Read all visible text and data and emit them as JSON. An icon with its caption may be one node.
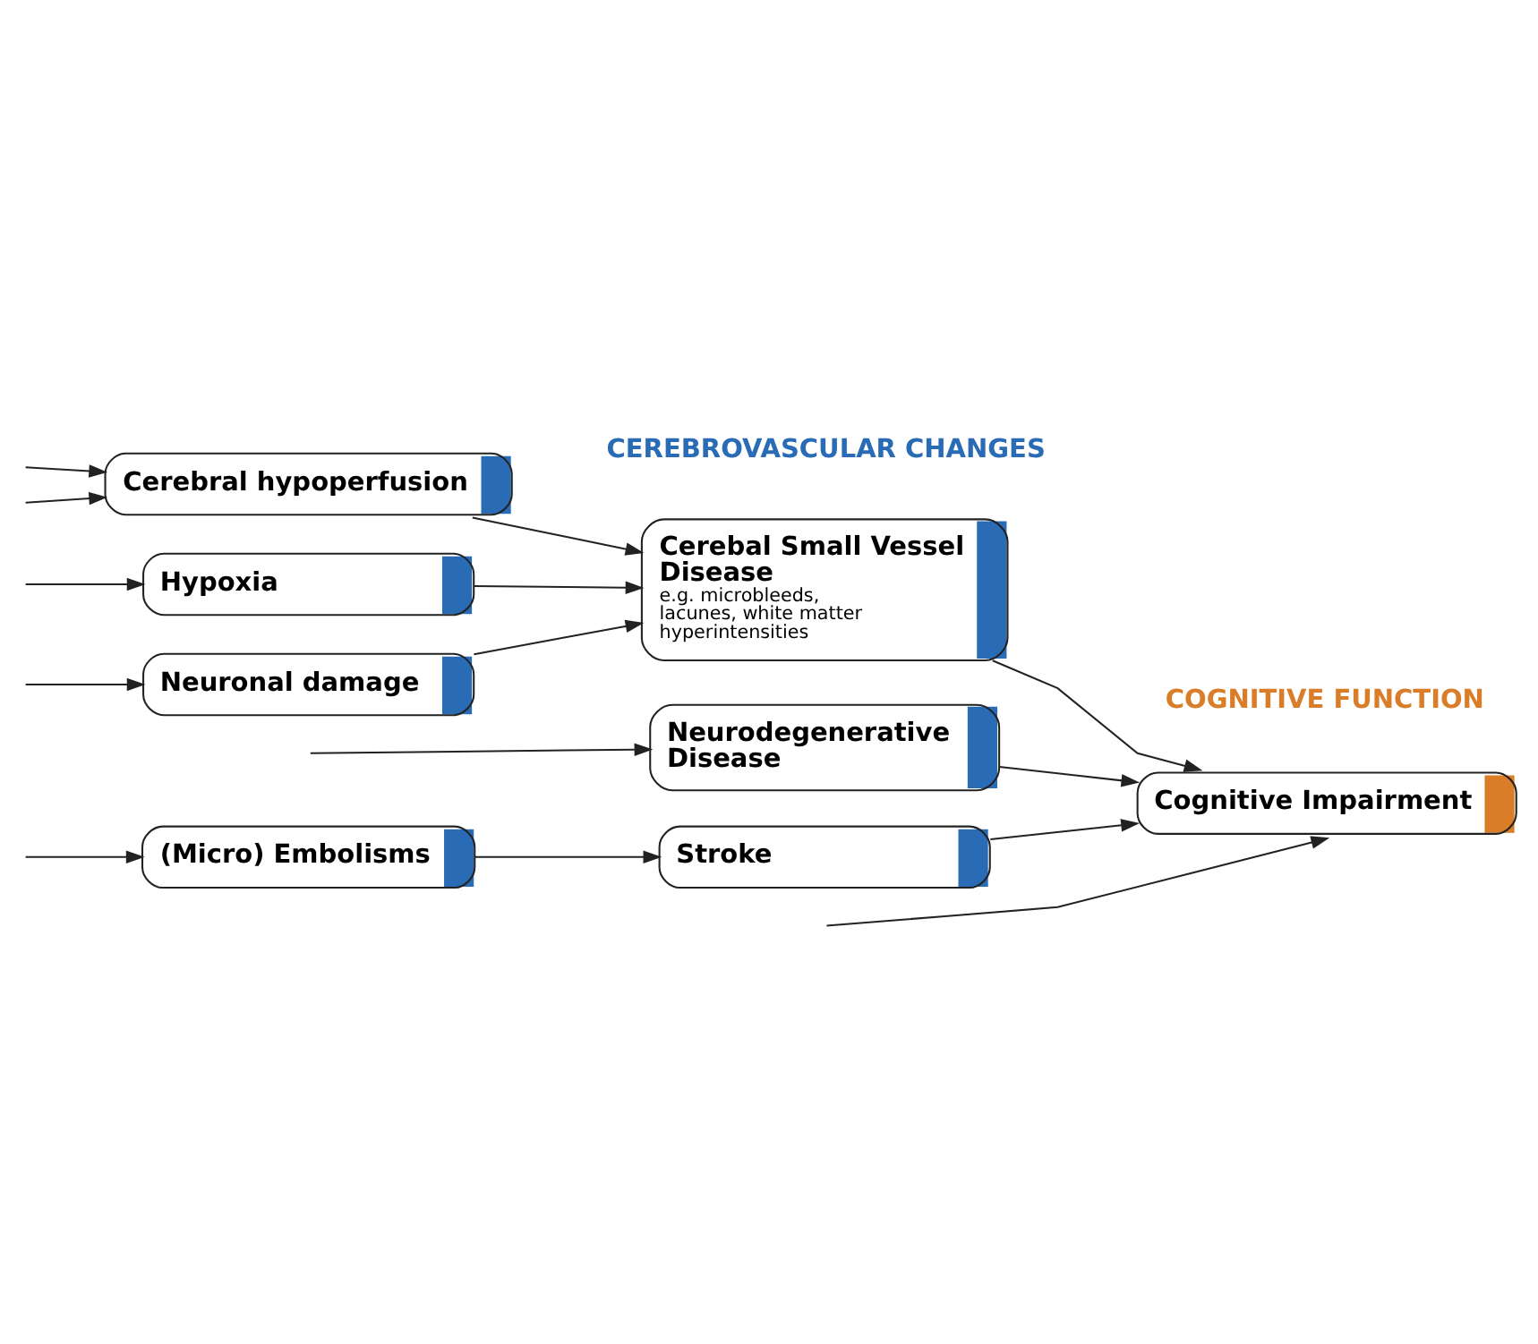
{
  "diagram": {
    "nodes": [
      {
        "text": [
          "(Micro) Embolisms"
        ]
      },
      {
        "text": [
          "Cerebral hypoperfusion"
        ]
      },
      {
        "text": [
          "Hypoxia"
        ]
      },
      {
        "text": [
          "Neuronal damage"
        ]
      },
      {
        "text": [
          "Stroke"
        ]
      },
      {
        "text": [
          "Cerebal Small Vessel Disease",
          "e.g. microbleeds, lacunes, white matter hyperintensities"
        ]
      },
      {
        "text": [
          "Neurodegenerative Disease"
        ]
      },
      {
        "text": [
          "Cognitive Impairment"
        ]
      }
    ],
    "edges": [
      {
        "from": null,
        "to": 0,
        "arrow": "to"
      },
      {
        "from": null,
        "to": 1,
        "arrow": "to"
      },
      {
        "from": null,
        "to": 1,
        "arrow": "to"
      },
      {
        "from": null,
        "to": 2,
        "arrow": "to"
      },
      {
        "from": null,
        "to": 3,
        "arrow": "to"
      },
      {
        "from": null,
        "to": 6,
        "arrow": "to"
      },
      {
        "from": null,
        "to": 7,
        "arrow": "to"
      },
      {
        "from": 0,
        "to": 4,
        "arrow": "to"
      },
      {
        "from": 1,
        "to": 5,
        "arrow": "to"
      },
      {
        "from": 2,
        "to": 5,
        "arrow": "to"
      },
      {
        "from": 3,
        "to": 5,
        "arrow": "to"
      },
      {
        "from": 4,
        "to": 7,
        "arrow": "to"
      },
      {
        "from": 5,
        "to": 7,
        "arrow": "to"
      },
      {
        "from": 6,
        "to": 7,
        "arrow": "to"
      }
    ],
    "labels": [
      "CEREBROVASCULAR CHANGES",
      "COGNITIVE FUNCTION"
    ]
  }
}
